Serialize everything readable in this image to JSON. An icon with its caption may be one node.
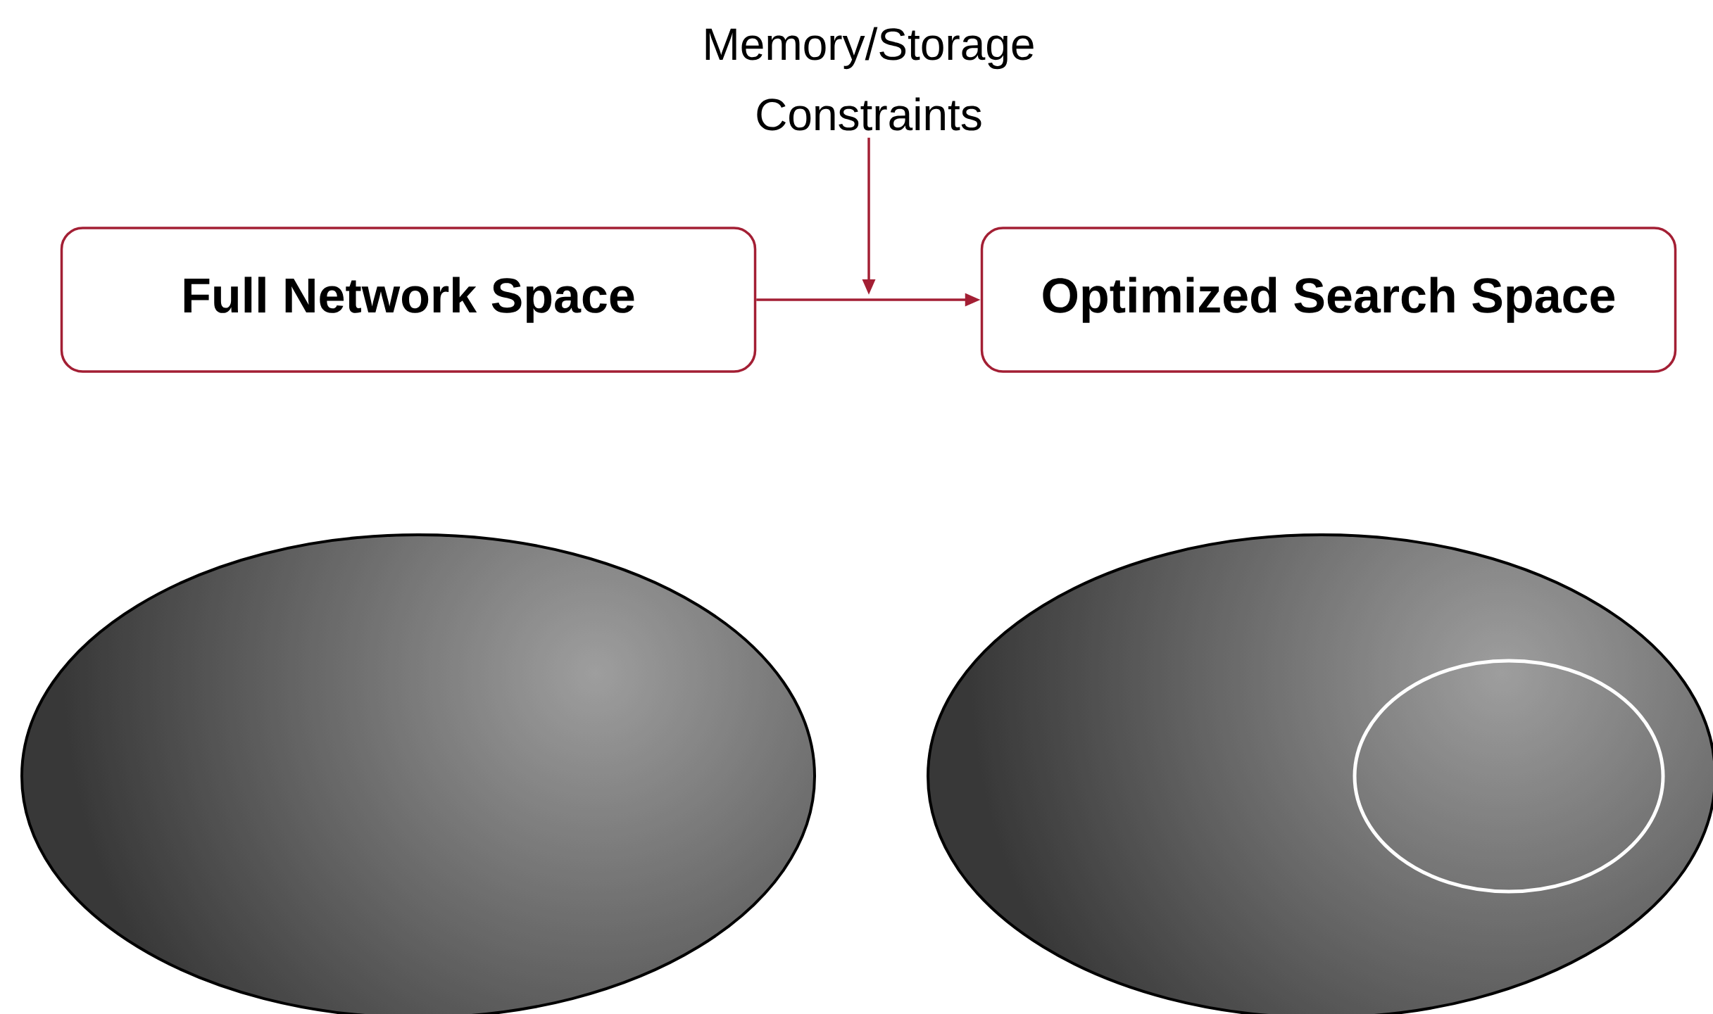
{
  "diagram": {
    "nodes": [
      {
        "text": [
          "Memory/Storage Constraints"
        ]
      },
      {
        "text": [
          "Full Network Space"
        ]
      },
      {
        "text": [
          "Optimized Search Space"
        ]
      }
    ],
    "edges": [
      {
        "from": 0,
        "to": null,
        "arrow": "to"
      },
      {
        "from": 1,
        "to": 2,
        "arrow": "to"
      }
    ]
  }
}
